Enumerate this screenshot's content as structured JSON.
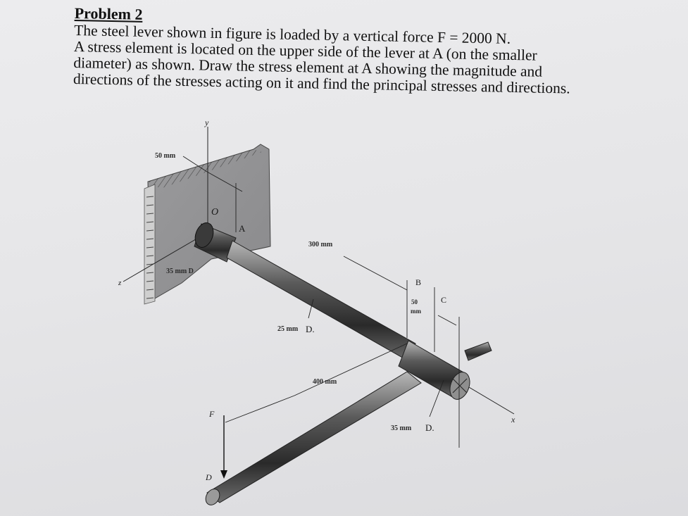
{
  "problem": {
    "title": "Problem 2",
    "lines": [
      "The steel lever shown in figure is loaded by a vertical force F = 2000 N.",
      "A stress element is located on the upper side of the lever at A (on the smaller",
      "diameter) as shown. Draw the stress element at A showing the magnitude and",
      "directions of the stresses acting on it and find the principal stresses and directions."
    ]
  },
  "figure": {
    "axis_y": "y",
    "axis_z": "z",
    "axis_x": "x",
    "point_o": "O",
    "point_a": "A",
    "point_b": "B",
    "point_c": "C",
    "point_d": "D",
    "force_f": "F",
    "dim_50_mm": "50 mm",
    "dim_35_mm_d": "35 mm D",
    "dim_300_mm": "300 mm",
    "dim_25_mm_d_num": "25 mm",
    "dim_25_mm_d_suffix": "D.",
    "dim_50_mm_b_num": "50",
    "dim_50_mm_b_unit": "mm",
    "dim_400_mm": "400 mm",
    "dim_35_mm_d2_num": "35 mm",
    "dim_35_mm_d2_suffix": "D."
  }
}
